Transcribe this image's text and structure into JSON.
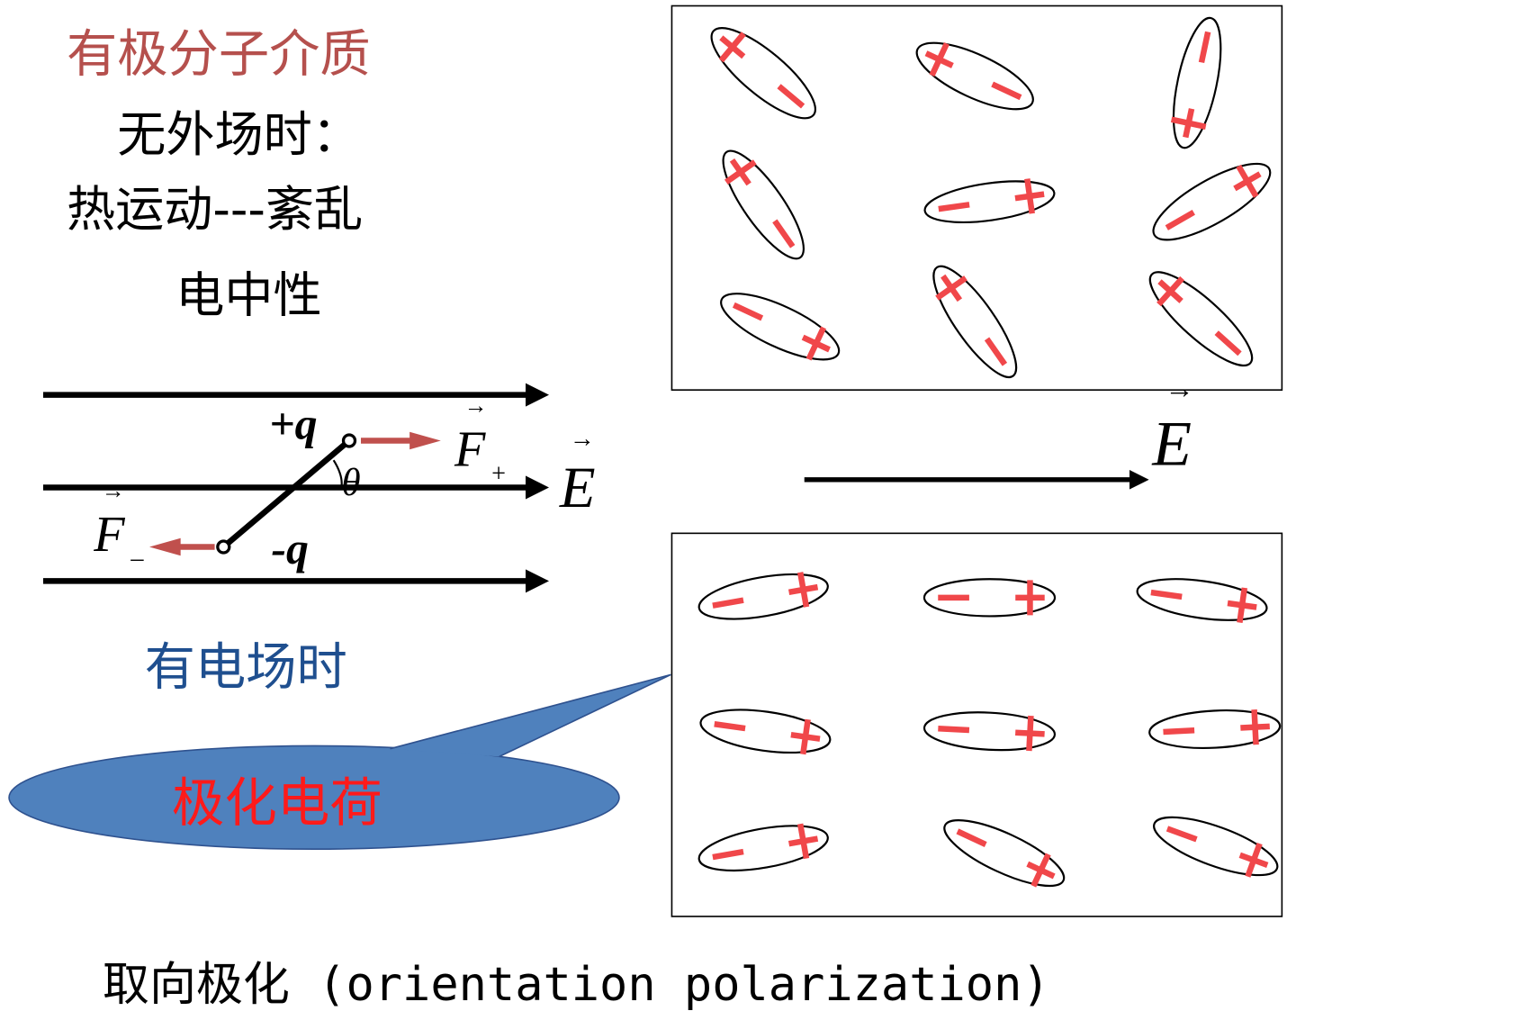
{
  "title": "有极分子介质",
  "no_field": {
    "heading": "无外场时：",
    "line1": "热运动---紊乱",
    "line2": "电中性"
  },
  "with_field": {
    "heading": "有电场时"
  },
  "callout": {
    "text": "极化电荷"
  },
  "caption": "取向极化 (orientation polarization)",
  "dipole": {
    "plus_q": "+q",
    "minus_q": "-q",
    "theta": "θ",
    "force_plus": "F",
    "force_plus_sub": "+",
    "force_minus": "F",
    "force_minus_sub": "_",
    "field": "E",
    "vector_arrow": "→"
  },
  "field_label": "E",
  "colors": {
    "title": "#b5504d",
    "heading_blue": "#1f4f8f",
    "charge_red": "#f0474a",
    "force_arrow": "#c0504d",
    "callout_fill": "#4f81bd",
    "callout_text": "#ff1a1a"
  }
}
